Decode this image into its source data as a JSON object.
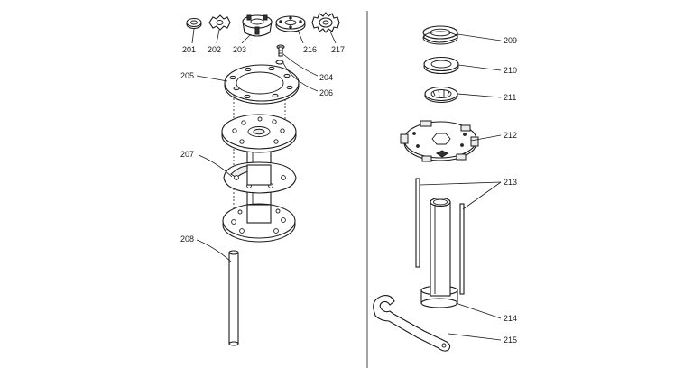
{
  "diagram": {
    "labels": {
      "p201": "201",
      "p202": "202",
      "p203": "203",
      "p216": "216",
      "p217": "217",
      "p204": "204",
      "p205": "205",
      "p206": "206",
      "p207": "207",
      "p208": "208",
      "p209": "209",
      "p210": "210",
      "p211": "211",
      "p212": "212",
      "p213": "213",
      "p214": "214",
      "p215": "215"
    },
    "colors": {
      "line": "#1a1a1a",
      "fill": "#ffffff",
      "shade": "#ececec"
    }
  }
}
